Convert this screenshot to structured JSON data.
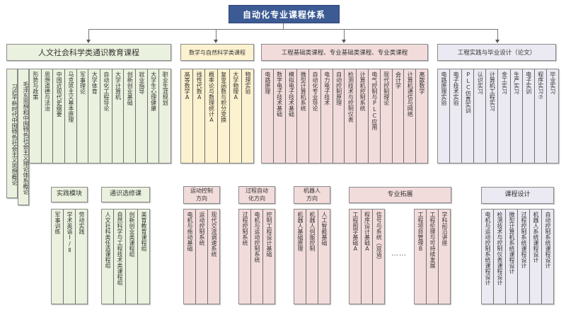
{
  "title": "自动化专业课程体系",
  "colors": {
    "root": "#3c5b94",
    "humanities": "#eaf1de",
    "math_science": "#fdf2cf",
    "engineering": "#f2dcdb",
    "practice": "#ebe9f2",
    "line": "#777777"
  },
  "categories": {
    "humanities": {
      "label": "人文社会科学类通识教育课程",
      "courses": [
        "习近平新时代中国特色社会主义思想概论",
        "毛泽东思想和中国特色社会主义理论体系概论",
        "形势与政策",
        "思想道德与法治",
        "中国近现代史纲要",
        "马克思主义基本原理",
        "军事理论",
        "大学体育",
        "自动化工程导论",
        "大学计算机",
        "创新创业基础",
        "就业指导",
        "大学生心理健康",
        "职业生涯规划"
      ]
    },
    "math_science": {
      "label": "数学与自然科学类课程",
      "courses": [
        "高等数学A",
        "线性代数A",
        "概率论与数理统计A",
        "复变函数与积分变换",
        "大学物理A",
        "物理实验"
      ]
    },
    "engineering": {
      "label": "工程基础类课程、专业基础类课程、专业类课程",
      "courses": [
        "电路原理",
        "数字电子技术基础",
        "模拟电子技术基础",
        "微型计算机系统",
        "自动化专业导论",
        "电力电子技术",
        "自动控制原理",
        "检测技术与控制仪表",
        "计算机控制系统",
        "电气控制与PLC应用",
        "现代控制理论",
        "会计学",
        "计算机通信与网络",
        "离散数学"
      ]
    },
    "practice": {
      "label": "工程实践与毕业设计（论文）",
      "courses": [
        "电路原理实验",
        "电子技术实验",
        "PLC仿真实训",
        "认识实习",
        "计算机工程实习",
        "金工实习",
        "生产实习",
        "电子实训",
        "程序实习⑦",
        "毕业实习"
      ]
    }
  },
  "modules": {
    "practice_module": {
      "label": "实践模块",
      "courses": [
        "军事训练",
        "学术英语Ⅰ/Ⅱ",
        "劳动实践"
      ]
    },
    "elective_general": {
      "label": "通识选修课",
      "courses": [
        "人文社科类任选课程组",
        "自然科学与工程技术类课程组",
        "创新创业类课程组",
        "美育教育课程组"
      ]
    },
    "motion_control": {
      "label": "运动控制方向",
      "courses": [
        "电机与拖动基础",
        "运动控制系统",
        "现代交流调速系统"
      ]
    },
    "process_automation": {
      "label": "过程自动化方向",
      "courses": [
        "过程控制系统",
        "电机与运动控制系统",
        "控制工程设计基础"
      ]
    },
    "robotics": {
      "label": "机器人方向",
      "courses": [
        "机器人基础原理",
        "机器人伺服控制",
        "人工智能基础"
      ]
    },
    "extension": {
      "label": "专业拓展",
      "courses_left": [
        "工程图学基础A",
        "程序设计基础A",
        "信号与系统（双语）"
      ],
      "ellipsis": "……",
      "courses_right": [
        "工程项目管理B",
        "工程伦理与可持续发展",
        "学科前沿讲座"
      ]
    },
    "course_design": {
      "label": "课程设计",
      "courses": [
        "电机与运动控制系统课程设计",
        "检测技术与控制仪表课程设计",
        "微型计算机系统课程设计",
        "过程控制系统课程设计",
        "机器人系统课程设计",
        "自动控制系统课程设计"
      ]
    }
  }
}
